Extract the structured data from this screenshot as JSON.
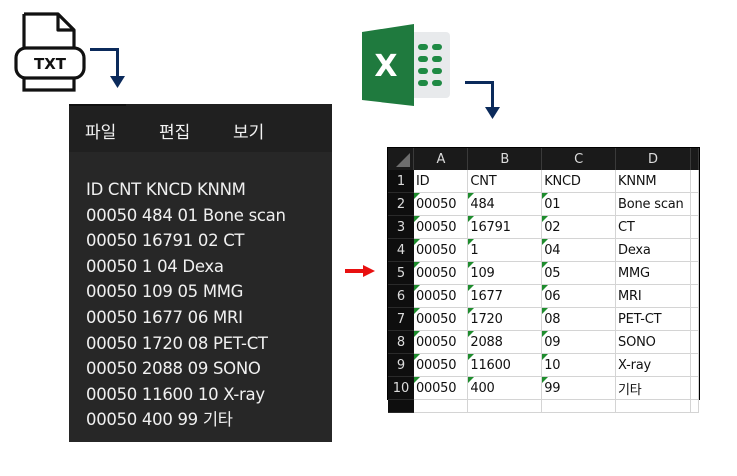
{
  "source_file": {
    "icon": "txt-file-icon",
    "label": "TXT"
  },
  "target_app": {
    "icon": "excel-icon",
    "label": "X"
  },
  "notepad": {
    "menu": [
      {
        "label": "파일"
      },
      {
        "label": "편집"
      },
      {
        "label": "보기"
      }
    ],
    "lines": [
      "ID CNT KNCD KNNM",
      "00050 484 01 Bone scan",
      "00050 16791 02 CT",
      "00050 1 04 Dexa",
      "00050 109 05 MMG",
      "00050 1677 06 MRI",
      "00050 1720 08 PET-CT",
      "00050 2088 09 SONO",
      "00050 11600 10 X-ray",
      "00050 400 99 기타"
    ]
  },
  "spreadsheet": {
    "columns": [
      "A",
      "B",
      "C",
      "D"
    ],
    "rows": [
      {
        "num": "1",
        "cells": [
          "ID",
          "CNT",
          "KNCD",
          "KNNM"
        ],
        "flags": [
          false,
          false,
          false,
          false
        ]
      },
      {
        "num": "2",
        "cells": [
          "00050",
          "484",
          "01",
          "Bone scan"
        ],
        "flags": [
          true,
          true,
          true,
          false
        ]
      },
      {
        "num": "3",
        "cells": [
          "00050",
          "16791",
          "02",
          "CT"
        ],
        "flags": [
          true,
          true,
          true,
          false
        ]
      },
      {
        "num": "4",
        "cells": [
          "00050",
          "1",
          "04",
          "Dexa"
        ],
        "flags": [
          true,
          true,
          true,
          false
        ]
      },
      {
        "num": "5",
        "cells": [
          "00050",
          "109",
          "05",
          "MMG"
        ],
        "flags": [
          true,
          true,
          true,
          false
        ]
      },
      {
        "num": "6",
        "cells": [
          "00050",
          "1677",
          "06",
          "MRI"
        ],
        "flags": [
          true,
          true,
          true,
          false
        ]
      },
      {
        "num": "7",
        "cells": [
          "00050",
          "1720",
          "08",
          "PET-CT"
        ],
        "flags": [
          true,
          true,
          true,
          false
        ]
      },
      {
        "num": "8",
        "cells": [
          "00050",
          "2088",
          "09",
          "SONO"
        ],
        "flags": [
          true,
          true,
          true,
          false
        ]
      },
      {
        "num": "9",
        "cells": [
          "00050",
          "11600",
          "10",
          "X-ray"
        ],
        "flags": [
          true,
          true,
          true,
          false
        ]
      },
      {
        "num": "10",
        "cells": [
          "00050",
          "400",
          "99",
          "기타"
        ],
        "flags": [
          true,
          true,
          true,
          false
        ]
      }
    ]
  },
  "colors": {
    "arrow_dark": "#0b2a5b",
    "arrow_red": "#e81010",
    "excel_green": "#1f7a3e",
    "notepad_bg": "#272727",
    "error_flag": "#1e8c2d"
  }
}
